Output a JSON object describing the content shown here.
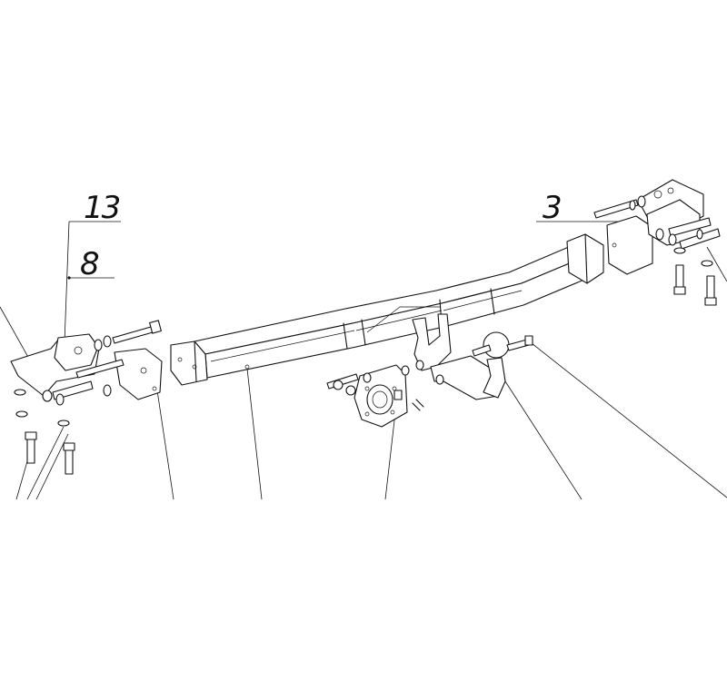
{
  "callouts": {
    "left_top": "13",
    "left_bottom": "8",
    "right": "3"
  }
}
